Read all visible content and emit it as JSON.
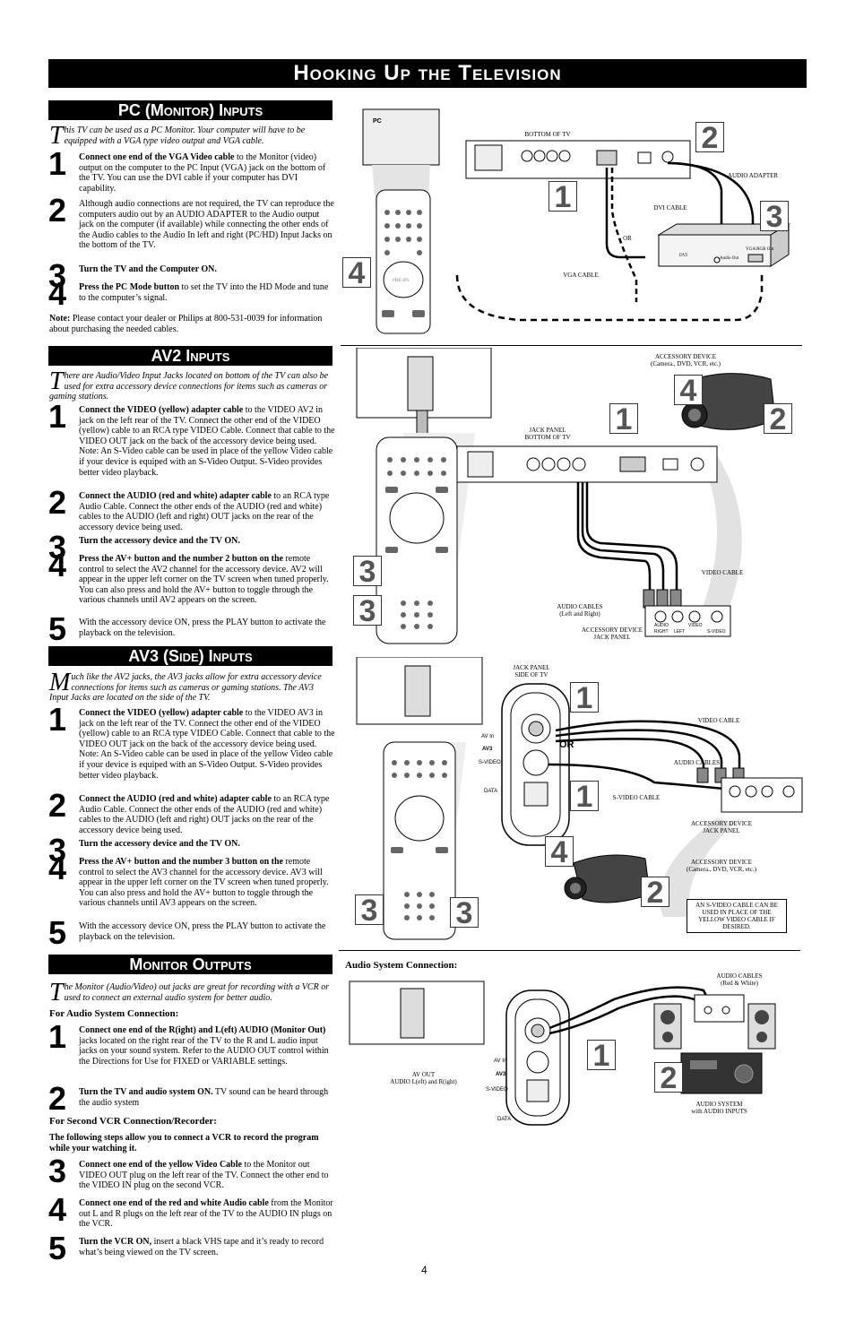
{
  "page": {
    "title": "Hooking Up the Television",
    "page_number": "4"
  },
  "pc": {
    "heading": "PC (Monitor) Inputs",
    "intro_dropcap": "T",
    "intro": "his TV can be used as a PC Monitor. Your computer will have to be equipped with a VGA type video output and VGA cable.",
    "steps": [
      {
        "num": "1",
        "bold": "Connect one end of the VGA Video cable",
        "text": " to the Monitor (video) output on the computer to the PC Input (VGA) jack on the bottom of the TV. You can use the DVI cable if your computer has DVI capability."
      },
      {
        "num": "2",
        "bold": "",
        "text": "Although audio connections are not required, the TV can reproduce the computers audio out by an AUDIO ADAPTER to the Audio output jack on the computer (if available) while connecting the other ends of the Audio cables to the Audio In left and right (PC/HD) Input Jacks on the bottom of the TV."
      },
      {
        "num": "3",
        "bold": "Turn the TV and the Computer ON.",
        "text": ""
      },
      {
        "num": "4",
        "bold": "Press the PC Mode button",
        "text": " to set the TV into the HD Mode and tune to the computer’s signal."
      }
    ],
    "note_label": "Note:",
    "note": " Please contact your dealer or Philips at 800-531-0039 for information about purchasing the needed cables.",
    "diagram": {
      "pc_label": "PC",
      "bottom_of_tv": "BOTTOM OF TV",
      "audio_adapter": "AUDIO ADAPTER",
      "dvi_cable": "DVI CABLE",
      "or": "OR",
      "vga_cable": "VGA CABLE",
      "dvi": "DVI",
      "audio_out": "Audio Out",
      "vga_rgb": "VGA/RGB Out",
      "philips": "PHILIPS",
      "nums": [
        "1",
        "2",
        "3",
        "4"
      ]
    }
  },
  "av2": {
    "heading": "AV2 Inputs",
    "intro_dropcap": "T",
    "intro": "here are Audio/Video Input Jacks located on bottom of the TV can also be used for extra accessory device connections for items such as cameras or gaming stations.",
    "steps": [
      {
        "num": "1",
        "bold": "Connect the VIDEO (yellow) adapter cable",
        "text": " to the VIDEO AV2 in jack on the left rear of the TV. Connect the other end of the VIDEO (yellow) cable to an RCA type VIDEO Cable. Connect that cable to the VIDEO OUT jack on the back of the accessory device being used. Note: An S-Video cable can be used in place of the yellow Video cable if your device is equiped with an S-Video Output. S-Video provides better video playback."
      },
      {
        "num": "2",
        "bold": "Connect the AUDIO (red and white) adapter cable",
        "text": " to an RCA type Audio Cable. Connect the other ends of the AUDIO (red and white) cables to the AUDIO (left and right) OUT jacks on the rear of the accessory device being used."
      },
      {
        "num": "3",
        "bold": "Turn the accessory device and the TV ON.",
        "text": ""
      },
      {
        "num": "4",
        "bold": "Press the AV+ button and the number 2 button on the",
        "text": " remote control to select the AV2 channel for the accessory device. AV2 will appear in the upper left corner on the TV screen when tuned properly. You can also press and hold the AV+ button to toggle through the various channels until AV2 appears on the screen."
      },
      {
        "num": "5",
        "bold": "",
        "text": "With the accessory device ON, press the PLAY button to activate the playback on the television."
      }
    ],
    "diagram": {
      "accessory_device": "ACCESSORY DEVICE",
      "accessory_examples": "(Camera., DVD, VCR, etc.)",
      "jack_panel": "JACK PANEL",
      "bottom_of_tv": "BOTTOM OF TV",
      "video_cable": "VIDEO CABLE",
      "audio_cables": "AUDIO CABLES",
      "left_right": "(Left and Right)",
      "device_jack_panel_1": "ACCESSORY DEVICE",
      "device_jack_panel_2": "JACK PANEL",
      "audio": "AUDIO",
      "right": "RIGHT",
      "left": "LEFT",
      "video": "VIDEO",
      "svideo": "S-VIDEO",
      "nums": [
        "1",
        "2",
        "3",
        "3",
        "4"
      ]
    }
  },
  "av3": {
    "heading": "AV3 (Side) Inputs",
    "intro_dropcap": "M",
    "intro": "uch like the AV2 jacks, the AV3 jacks allow for extra accessory device connections for items such as cameras or gaming stations. The AV3 Input Jacks are located on the side of the TV.",
    "steps": [
      {
        "num": "1",
        "bold": "Connect the VIDEO (yellow) adapter cable",
        "text": " to the VIDEO AV3 in jack on the left rear of the TV. Connect the other end of the VIDEO (yellow) cable to an RCA type VIDEO Cable. Connect that cable to the VIDEO OUT jack on the back of the accessory device being used. Note: An S-Video cable can be used in place of the yellow Video cable if your device is equiped with an S-Video Output. S-Video provides better video playback."
      },
      {
        "num": "2",
        "bold": "Connect the AUDIO (red and white) adapter cable",
        "text": " to an RCA type Audio Cable. Connect the other ends of the AUDIO (red and white) cables to the AUDIO (left and right) OUT jacks on the rear of the accessory device being used."
      },
      {
        "num": "3",
        "bold": "Turn the accessory device and the TV ON.",
        "text": ""
      },
      {
        "num": "4",
        "bold": "Press the AV+ button and the number 3 button on the",
        "text": " remote control to select the AV3 channel for the accessory device. AV3 will appear in the upper left corner on the TV screen when tuned properly. You can also press and hold the AV+ button to toggle through the various channels until AV3 appears on the screen."
      },
      {
        "num": "5",
        "bold": "",
        "text": "With the accessory device ON, press the PLAY button to activate the playback on the television."
      }
    ],
    "diagram": {
      "jack_panel": "JACK PANEL",
      "side_of_tv": "SIDE OF TV",
      "video_cable": "VIDEO CABLE",
      "audio_cables": "AUDIO CABLES",
      "svideo_cable": "S-VIDEO CABLE",
      "or": "OR",
      "av_in": "AV In",
      "av3": "AV3",
      "svideo": "S-VIDEO",
      "data": "DATA",
      "device_jack_panel_1": "ACCESSORY DEVICE",
      "device_jack_panel_2": "JACK PANEL",
      "accessory_device": "ACCESSORY DEVICE",
      "accessory_examples": "(Camera., DVD, VCR, etc.)",
      "svideo_note": "AN S-VIDEO CABLE CAN BE USED IN PLACE OF THE YELLOW VIDEO CABLE IF DESIRED.",
      "nums": [
        "1",
        "1",
        "2",
        "3",
        "3",
        "4"
      ]
    }
  },
  "monitor": {
    "heading": "Monitor Outputs",
    "intro_dropcap": "T",
    "intro": "he Monitor (Audio/Video) out jacks are great for recording with a VCR or used to connect an external audio system for better audio.",
    "audio_head": "For Audio System Connection:",
    "audio_steps": [
      {
        "num": "1",
        "bold": "Connect one end of the R(ight) and L(eft) AUDIO (Monitor Out)",
        "text": " jacks located on the right rear of the TV to the R and L audio input jacks on your sound system. Refer to the AUDIO OUT control within the Directions for Use for FIXED or VARIABLE settings."
      },
      {
        "num": "2",
        "bold": "Turn the TV and audio system ON.",
        "text": "  TV sound can be heard through the audio system"
      }
    ],
    "vcr_head": "For Second VCR Connection/Recorder:",
    "vcr_intro": "The following steps allow you to connect a VCR to record the program while your watching it.",
    "vcr_steps": [
      {
        "num": "3",
        "bold": "Connect one end of the yellow Video Cable",
        "text": " to the Monitor out VIDEO OUT plug on the left rear of the TV. Connect the other end to the VIDEO IN plug on the second VCR."
      },
      {
        "num": "4",
        "bold": "Connect one end of the red and white Audio cable",
        "text": " from the Monitor out L and R plugs on the left rear of the TV to the AUDIO IN plugs on the VCR."
      },
      {
        "num": "5",
        "bold": "Turn the VCR ON,",
        "text": " insert a black VHS tape and it’s ready to record what’s being viewed on the TV screen."
      }
    ],
    "diagram": {
      "title": "Audio System Connection:",
      "audio_cables": "AUDIO CABLES",
      "red_white": "(Red & White)",
      "av_out": "AV OUT",
      "audio_lr": "AUDIO L(eft) and R(ight)",
      "audio_system": "AUDIO SYSTEM",
      "with_inputs": "with AUDIO INPUTS",
      "av_in": "AV In",
      "av3": "AV3",
      "svideo": "S-VIDEO",
      "data": "DATA",
      "nums": [
        "1",
        "2"
      ]
    }
  }
}
